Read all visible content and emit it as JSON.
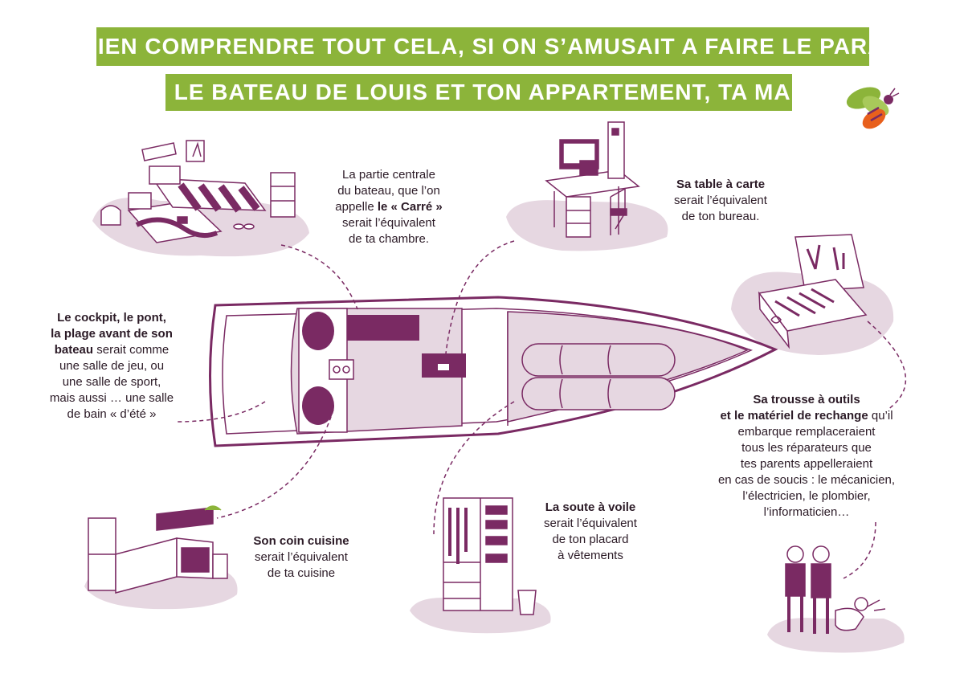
{
  "title": {
    "line1": "POUR BIEN COMPRENDRE TOUT CELA, SI ON S’AMUSAIT A FAIRE LE PARALLELE",
    "line2": "ENTRE LE BATEAU DE LOUIS ET TON APPARTEMENT, TA MAISON ?"
  },
  "captions": {
    "carre": {
      "l1": "La partie centrale",
      "l2": "du bateau, que l’on",
      "l3_pre": "appelle ",
      "l3_bold": "le « Carré »",
      "l4": "serait l’équivalent",
      "l5": "de ta chambre."
    },
    "table": {
      "bold": "Sa table à carte",
      "l2": "serait l’équivalent",
      "l3": "de ton bureau."
    },
    "cockpit": {
      "b1": "Le cockpit, le pont,",
      "b2": "la plage avant de son",
      "b3": "bateau",
      "l3_rest": " serait comme",
      "l4": "une salle de jeu, ou",
      "l5": "une salle de sport,",
      "l6": "mais aussi … une salle",
      "l7": "de bain « d’été »"
    },
    "trousse": {
      "b1": "Sa trousse à outils",
      "b2": "et le matériel de rechange",
      "l2_rest": " qu’il",
      "l3": "embarque remplaceraient",
      "l4": "tous les réparateurs que",
      "l5": "tes parents appelleraient",
      "l6": "en cas de soucis : le mécanicien,",
      "l7": "l’électricien, le plombier,",
      "l8": "l’informaticien…"
    },
    "cuisine": {
      "bold": "Son coin cuisine",
      "l2": "serait l’équivalent",
      "l3": "de ta cuisine"
    },
    "soute": {
      "bold": "La soute à voile",
      "l2": "serait l’équivalent",
      "l3": "de ton placard",
      "l4": "à vêtements"
    }
  },
  "colors": {
    "banner": "#8cb43a",
    "accent": "#7a2a63",
    "shade": "#e6d7e1",
    "text": "#2b1a26"
  },
  "icons": [
    "bee-logo-icon",
    "bedroom-illustration",
    "desk-illustration",
    "toolbox-illustration",
    "boat-plan-illustration",
    "kitchen-illustration",
    "wardrobe-illustration",
    "repair-workers-illustration"
  ]
}
